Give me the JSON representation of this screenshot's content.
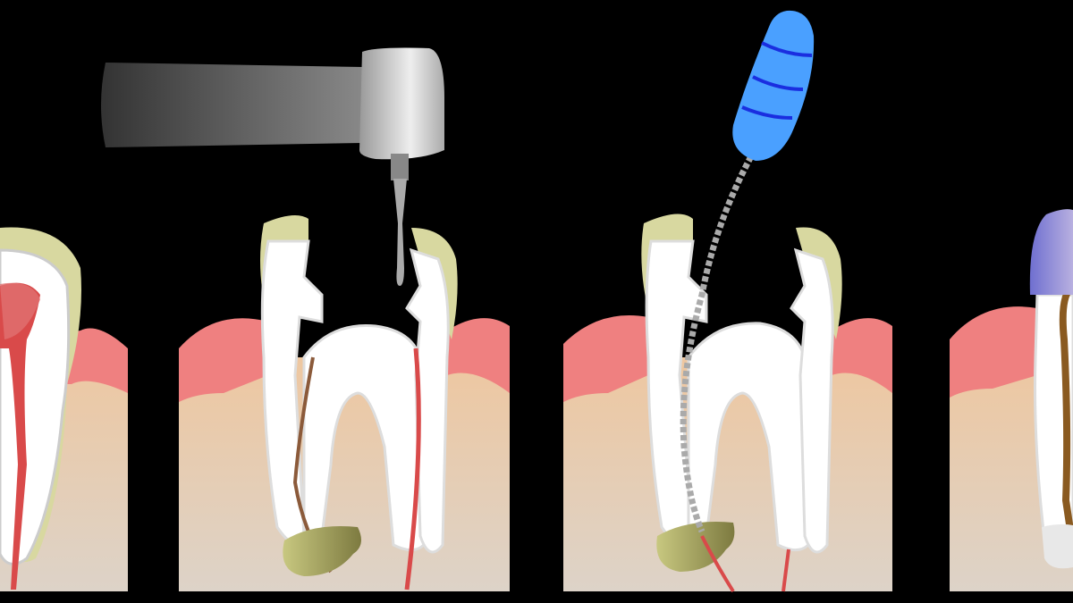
{
  "colors": {
    "background": "#000000",
    "gum": "#ef8080",
    "bone_top": "#edc9a3",
    "bone_bottom": "#ddd2c6",
    "tooth": "#ffffff",
    "tooth_shadow": "#cfcfcf",
    "enamel": "#d8d8a0",
    "pulp": "#d94a4a",
    "infection": "#9a9a50",
    "drill": "#555555",
    "file_handle": "#4aa0ff",
    "file_ring": "#1a2ee0",
    "filling": "#8a5a20",
    "crown": "#8e8ed8"
  },
  "panels": [
    {
      "stage": "infected-pulp"
    },
    {
      "stage": "drilling"
    },
    {
      "stage": "root-canal-filing"
    },
    {
      "stage": "filled-and-crowned"
    }
  ]
}
